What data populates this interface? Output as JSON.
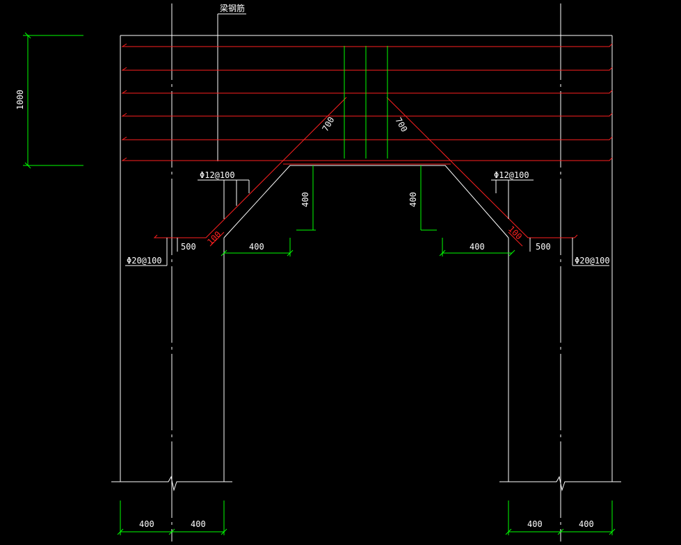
{
  "drawing": {
    "top_label": "梁钢筋",
    "labels": {
      "height_1000": "1000",
      "left_stirrup": "Φ12@100",
      "right_stirrup": "Φ12@100",
      "left_bottom_bar": "Φ20@100",
      "right_bottom_bar": "Φ20@100",
      "left_anchor_500": "500",
      "right_anchor_500": "500",
      "left_slope_100": "100",
      "right_slope_100": "100",
      "left_haunch_w_400": "400",
      "right_haunch_w_400": "400",
      "left_haunch_h_400": "400",
      "right_haunch_h_400": "400",
      "left_diag_700": "700",
      "right_diag_700": "700",
      "left_col_a": "400",
      "left_col_b": "400",
      "right_col_a": "400",
      "right_col_b": "400"
    },
    "colors": {
      "outline": "#ffffff",
      "rebar": "#ff2020",
      "dimension": "#00ff00",
      "text": "#ffffff"
    }
  }
}
